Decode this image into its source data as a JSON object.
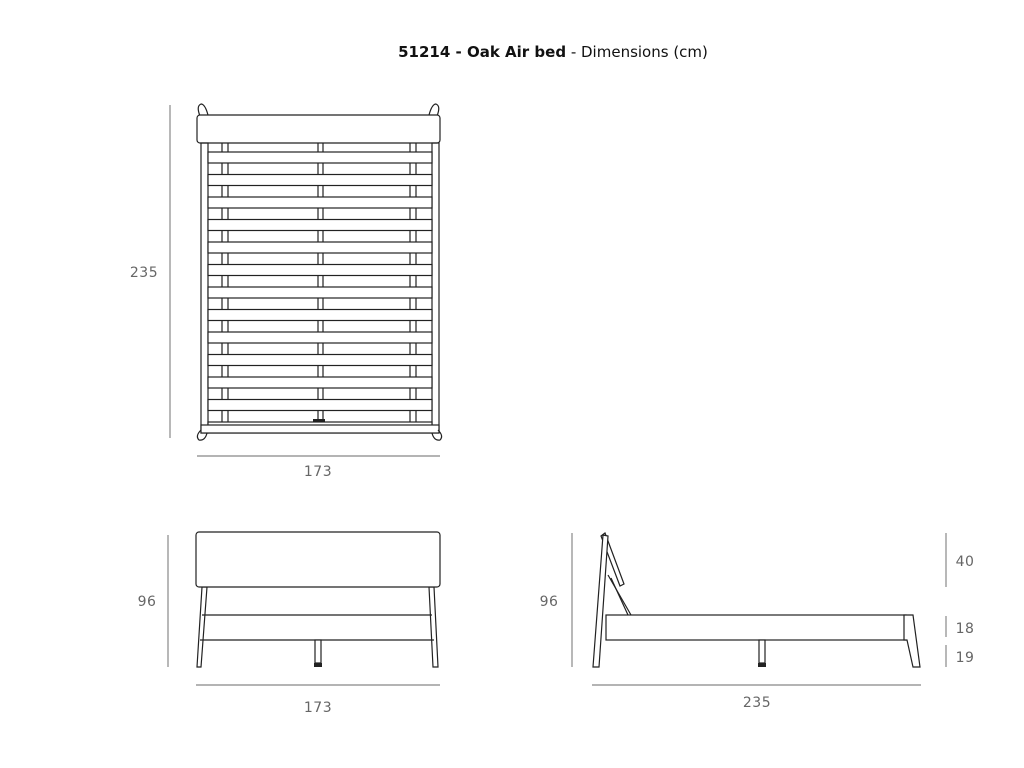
{
  "title": {
    "code_name": "51214 - Oak Air bed",
    "suffix": " - Dimensions (cm)"
  },
  "top_view": {
    "length": "235",
    "width": "173",
    "slat_count": 13
  },
  "front_view": {
    "height": "96",
    "width": "173"
  },
  "side_view": {
    "height": "96",
    "length": "235",
    "headboard_height": "40",
    "rail_height": "18",
    "leg_clearance": "19"
  }
}
